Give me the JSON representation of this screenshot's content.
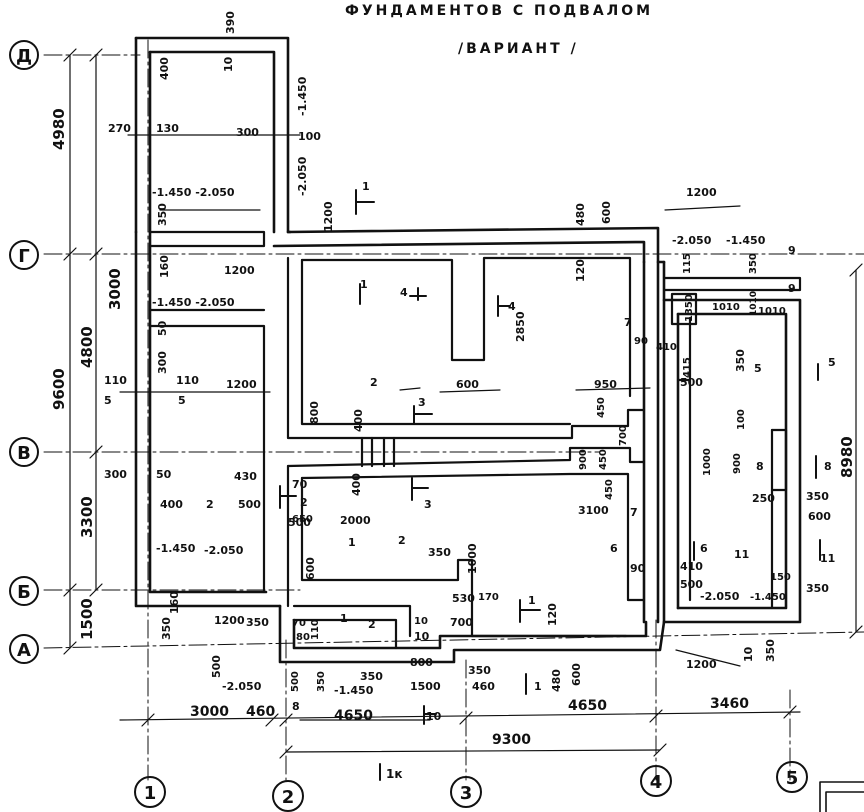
{
  "title": {
    "line1": "ФУНДАМЕНТОВ С ПОДВАЛОМ",
    "line2": "/ВАРИАНТ /"
  },
  "axes": {
    "letters": [
      "Д",
      "Г",
      "В",
      "Б",
      "А"
    ],
    "numbers": [
      "1",
      "2",
      "3",
      "4",
      "5"
    ]
  },
  "dimensions": {
    "left_chain_outer": [
      "4980",
      "9600",
      "1500"
    ],
    "left_chain_inner": [
      "3000",
      "4800",
      "3300"
    ],
    "right_chain": [
      "8980"
    ],
    "bottom_row1": [
      "3000",
      "460",
      "4650",
      "4650",
      "3460"
    ],
    "bottom_row2": [
      "9300"
    ]
  },
  "labels": [
    "390",
    "400",
    "10",
    "-1.450",
    "100",
    "270",
    "130",
    "300",
    "-2.050",
    "1200",
    "-1.450 -2.050",
    "350",
    "1",
    "160",
    "1200",
    "-1.450 -2.050",
    "50",
    "110",
    "5",
    "300",
    "110",
    "5",
    "1200",
    "1",
    "4",
    "4",
    "2850",
    "480",
    "600",
    "120",
    "1200",
    "-2.050",
    "-1.450",
    "9",
    "115",
    "350",
    "1350",
    "1010",
    "1010",
    "1010",
    "9",
    "7",
    "90",
    "410",
    "415",
    "950",
    "500",
    "350",
    "5",
    "5",
    "2",
    "800",
    "400",
    "3",
    "600",
    "450",
    "700",
    "900",
    "450",
    "450",
    "100",
    "1000",
    "900",
    "8",
    "8",
    "300",
    "50",
    "430",
    "70",
    "400",
    "400",
    "2",
    "500",
    "2",
    "500",
    "650",
    "2000",
    "3",
    "3100",
    "7",
    "250",
    "350",
    "600",
    "-1.450",
    "-2.050",
    "1",
    "2",
    "350",
    "6",
    "6",
    "410",
    "90",
    "11",
    "11",
    "150",
    "500",
    "-2.050",
    "-1.450",
    "350",
    "1000",
    "160",
    "600",
    "530",
    "170",
    "700",
    "1",
    "120",
    "350",
    "1200",
    "350",
    "10",
    "70",
    "80",
    "110",
    "1",
    "2",
    "10",
    "1200",
    "10",
    "350",
    "500",
    "-2.050",
    "800",
    "350",
    "500",
    "350",
    "350",
    "-1.450",
    "1500",
    "460",
    "480",
    "600",
    "1",
    "8",
    "10",
    "1к"
  ]
}
